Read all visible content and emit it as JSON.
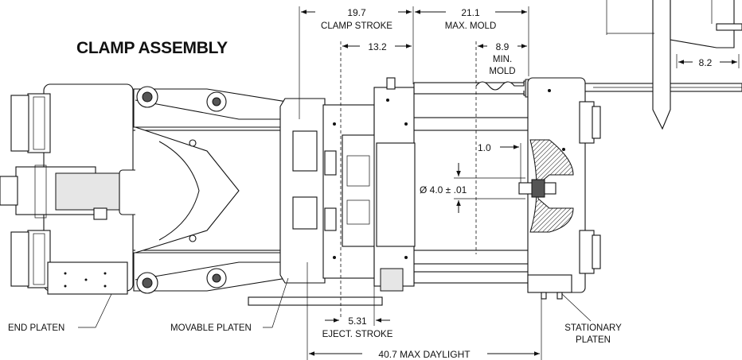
{
  "title": "CLAMP ASSEMBLY",
  "dimensions": {
    "clamp_stroke_value": "19.7",
    "clamp_stroke_label": "CLAMP STROKE",
    "max_mold_value": "21.1",
    "max_mold_label": "MAX. MOLD",
    "inner_stroke_value": "13.2",
    "min_mold_value": "8.9",
    "min_mold_label_1": "MIN.",
    "min_mold_label_2": "MOLD",
    "offset_value": "1.0",
    "diameter_value": "Ø 4.0 ± .01",
    "eject_stroke_value": "5.31",
    "eject_stroke_label": "EJECT. STROKE",
    "max_daylight": "40.7 MAX DAYLIGHT",
    "top_right_value": "8.2"
  },
  "callouts": {
    "end_platen": "END PLATEN",
    "movable_platen": "MOVABLE PLATEN",
    "stationary_platen_1": "STATIONARY",
    "stationary_platen_2": "PLATEN"
  }
}
